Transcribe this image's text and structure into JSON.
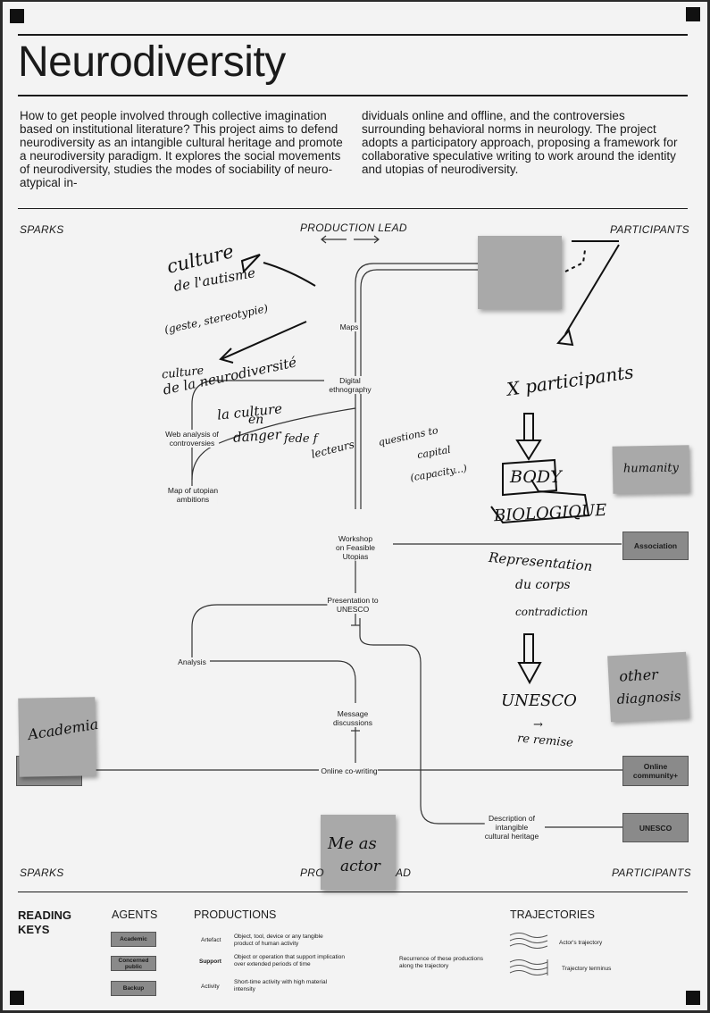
{
  "title": "Neurodiversity",
  "intro": {
    "left": "How to get people involved through collective imagination based on institutional literature? This project aims to defend neurodiversity as an intangible cultural heritage and promote a neurodiversity paradigm. It explores the social movements of neurodiversity, studies the modes of sociability of neuro-atypical in-",
    "right": "dividuals online and offline, and the controversies surrounding behavioral norms in neurology. The project adopts a participatory approach, proposing a framework for collaborative speculative writing to work around the identity and utopias of neurodiversity."
  },
  "labels": {
    "sparks": "SPARKS",
    "production_lead": "PRODUCTION LEAD",
    "production_lead_partial_left": "PRO",
    "production_lead_partial_right": "AD",
    "participants": "PARTICIPANTS"
  },
  "nodes": {
    "maps": "Maps",
    "digital_ethnography": "Digital\nethnography",
    "web_analysis": "Web analysis of\ncontroversies",
    "map_utopian": "Map of utopian\nambitions",
    "workshop": "Workshop\non Feasible\nUtopias",
    "presentation": "Presentation to\nUNESCO",
    "analysis": "Analysis",
    "message_discussions": "Message\ndiscussions",
    "online_co_writing": "Online co-writing",
    "description": "Description of\nintangible\ncultural heritage"
  },
  "agents": {
    "association": "Association",
    "online_community": "Online\ncommunity+",
    "unesco": "UNESCO"
  },
  "sticky": {
    "humanity": "humanity",
    "other_diagnosis": [
      "other",
      "diagnosis"
    ],
    "academia": "Academia",
    "me_as_actor": [
      "Me as",
      "actor"
    ]
  },
  "handwriting": {
    "culture_autisme": [
      "culture",
      "de l'autisme",
      "(geste, stereotypie)"
    ],
    "culture_neuro": [
      "culture",
      "de la neurodiversité"
    ],
    "en_danger": [
      "la culture",
      "en",
      "danger",
      "fede f"
    ],
    "lecteurs": "lecteurs",
    "questions": [
      "questions to",
      "capital",
      "(capacity...)"
    ],
    "x_participants": "X participants",
    "body": "BODY",
    "biologique": "BIOLOGIQUE",
    "representation": [
      "Representation",
      "du corps",
      "contradiction"
    ],
    "unesco": "UNESCO",
    "remise": [
      "→",
      "re remise"
    ]
  },
  "key": {
    "heading": "READING\nKEYS",
    "agents_heading": "AGENTS",
    "productions_heading": "PRODUCTIONS",
    "trajectories_heading": "TRAJECTORIES",
    "agents": [
      "Academic",
      "Concerned\npublic",
      "Backup"
    ],
    "productions": [
      {
        "label": "Artefact",
        "desc": "Object, tool, device or any tangible product of human activity"
      },
      {
        "label": "Support",
        "desc": "Object or operation that support implication over extended periods of time"
      },
      {
        "label": "Activity",
        "desc": "Short-time activity with high material intensity"
      }
    ],
    "recurrence": "Recurrence of these productions along the trajectory",
    "trajectories": [
      "Actor's trajectory",
      "Trajectory terminus"
    ]
  },
  "colors": {
    "paper": "#f3f3f3",
    "ink": "#1a1a1a",
    "agent_fill": "#8a8a8a",
    "sticky_fill": "#a9a9a9"
  }
}
